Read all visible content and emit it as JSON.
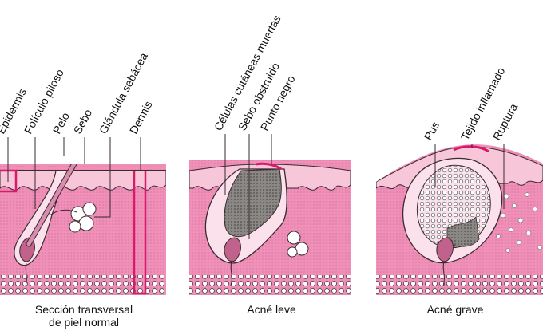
{
  "panels": [
    {
      "caption_line1": "Sección transversal",
      "caption_line2": "de piel normal",
      "labels": [
        "Epidermis",
        "Folículo piloso",
        "Pelo",
        "Sebo",
        "Glándula sebácea",
        "Dermis"
      ]
    },
    {
      "caption_line1": "Acné leve",
      "labels": [
        "Células cutáneas muertas",
        "Sebo obstruido",
        "Punto negro"
      ]
    },
    {
      "caption_line1": "Acné grave",
      "labels": [
        "Pus",
        "Tejido inflamado",
        "Ruptura"
      ]
    }
  ],
  "colors": {
    "dermis": "#f08fb8",
    "epidermis": "#f7c6d9",
    "fat": "#f2efea",
    "outline": "#3a2b30",
    "follicle": "#fbe1ec",
    "blackhead": "#7c7a79",
    "accent": "#d91a6a"
  }
}
